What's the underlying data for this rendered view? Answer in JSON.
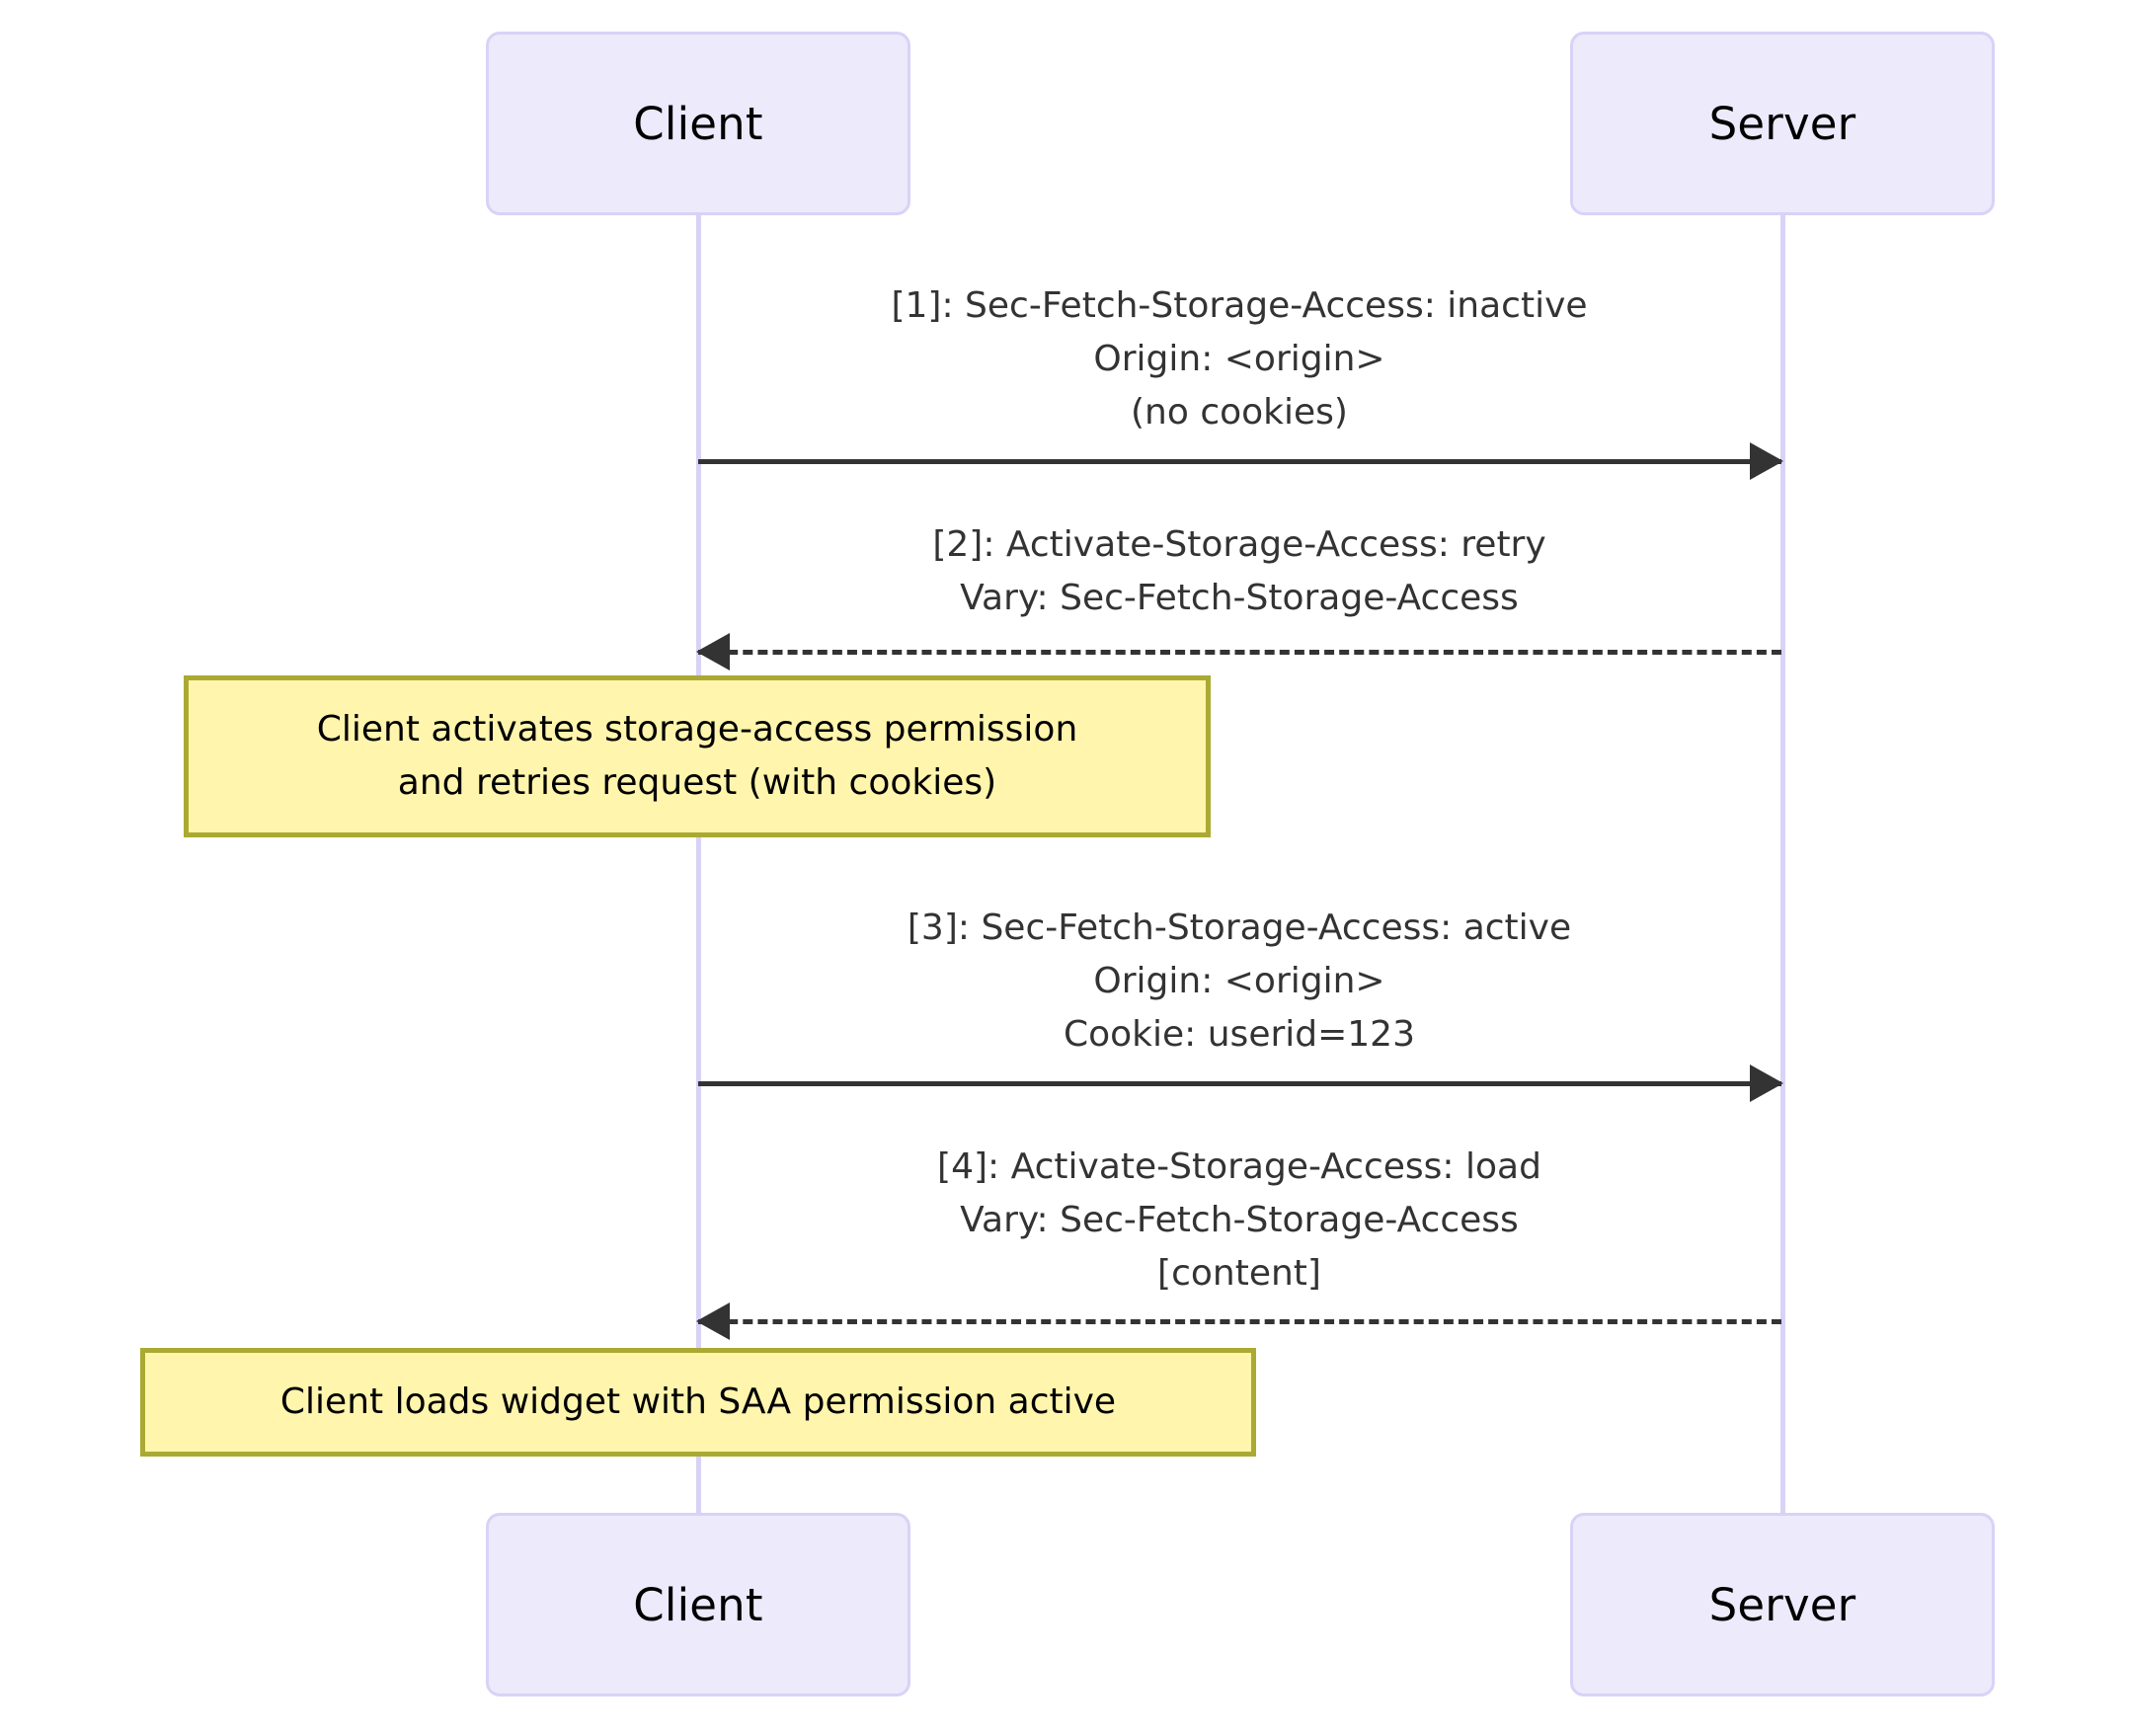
{
  "diagram": {
    "type": "sequence-diagram",
    "background": "#ffffff"
  },
  "colors": {
    "participant_fill": "#ECEAFB",
    "participant_border": "#D9D2F7",
    "lifeline": "#D9D2F7",
    "arrow": "#333333",
    "message_text": "#333333",
    "note_fill": "#FFF5AD",
    "note_border": "#AAAA33",
    "note_text": "#000000"
  },
  "participants": [
    {
      "id": "client",
      "label": "Client"
    },
    {
      "id": "server",
      "label": "Server"
    }
  ],
  "participants_bottom": [
    {
      "id": "client",
      "label": "Client"
    },
    {
      "id": "server",
      "label": "Server"
    }
  ],
  "messages": [
    {
      "index": "[1]",
      "from": "client",
      "to": "server",
      "style": "solid",
      "direction": "right",
      "text": "[1]: Sec-Fetch-Storage-Access: inactive\nOrigin: <origin>\n(no cookies)"
    },
    {
      "index": "[2]",
      "from": "server",
      "to": "client",
      "style": "dashed",
      "direction": "left",
      "text": "[2]: Activate-Storage-Access: retry\nVary: Sec-Fetch-Storage-Access"
    },
    {
      "index": "[3]",
      "from": "client",
      "to": "server",
      "style": "solid",
      "direction": "right",
      "text": "[3]: Sec-Fetch-Storage-Access: active\nOrigin: <origin>\nCookie: userid=123"
    },
    {
      "index": "[4]",
      "from": "server",
      "to": "client",
      "style": "dashed",
      "direction": "left",
      "text": "[4]: Activate-Storage-Access: load\nVary: Sec-Fetch-Storage-Access\n[content]"
    }
  ],
  "notes": [
    {
      "id": "note-activate",
      "over": "client",
      "text": "Client activates storage-access permission\nand retries request (with cookies)"
    },
    {
      "id": "note-load",
      "over": "client",
      "text": "Client loads widget with SAA permission active"
    }
  ]
}
